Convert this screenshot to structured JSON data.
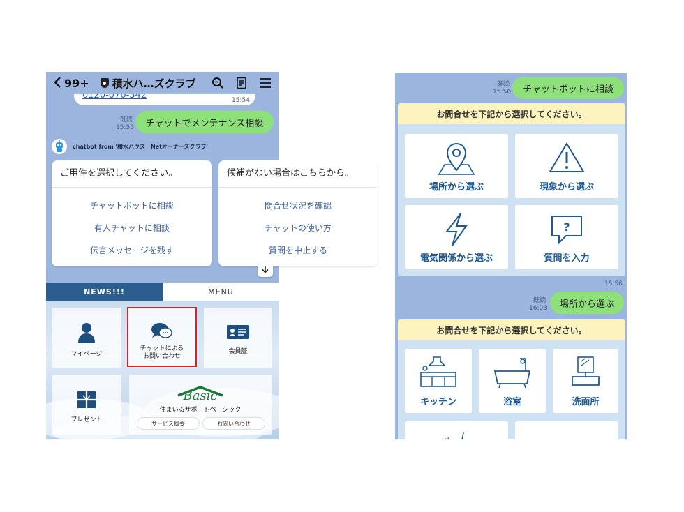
{
  "left": {
    "header": {
      "back_icon": "chevron-left-icon",
      "unread_count": "99+",
      "title": "積水ハ…ズクラブ",
      "icons": [
        "search-icon",
        "notes-icon",
        "hamburger-menu-icon"
      ]
    },
    "prev_phone": "0120-070-342",
    "prev_time": "15:54",
    "user_msg": {
      "read": "既読",
      "time": "15:55",
      "text": "チャットでメンテナンス相談"
    },
    "bot_name": "chatbot from '積水ハウス　Netオーナーズクラブ'",
    "card1": {
      "title": "ご用件を選択してください。",
      "items": [
        "チャットボットに相談",
        "有人チャットに相談",
        "伝言メッセージを残す"
      ]
    },
    "card2": {
      "title": "候補がない場合はこちらから。",
      "items": [
        "問合せ状況を確認",
        "チャットの使い方",
        "質問を中止する"
      ]
    },
    "tabs": {
      "news": "NEWS!!!",
      "menu": "MENU"
    },
    "menu": {
      "mypage": "マイページ",
      "chat_line1": "チャットによる",
      "chat_line2": "お問い合わせ",
      "member_card": "会員証",
      "present": "プレゼント",
      "basic_logo": "Basic",
      "basic_caption": "住まいるサポートベーシック",
      "service_btn": "サービス概要",
      "contact_btn": "お問い合わせ"
    }
  },
  "right": {
    "msg1": {
      "read": "既読",
      "time": "15:56",
      "text": "チャットボットに相談"
    },
    "panel1": {
      "header": "お問合せを下記から選択してください。",
      "tiles": [
        "場所から選ぶ",
        "現象から選ぶ",
        "電気関係から選ぶ",
        "質問を入力"
      ]
    },
    "panel1_time": "15:56",
    "msg2": {
      "read": "既読",
      "time": "16:03",
      "text": "場所から選ぶ"
    },
    "panel2": {
      "header": "お問合せを下記から選択してください。",
      "tiles": [
        "キッチン",
        "浴室",
        "洗面所"
      ]
    }
  },
  "colors": {
    "chat_bg": "#9bb5de",
    "green_bubble": "#8ee07a",
    "news_tab": "#2b5d8f",
    "highlight_box": "#e02020",
    "label_blue": "#1e5a92",
    "panel_header": "#fdf3be"
  }
}
